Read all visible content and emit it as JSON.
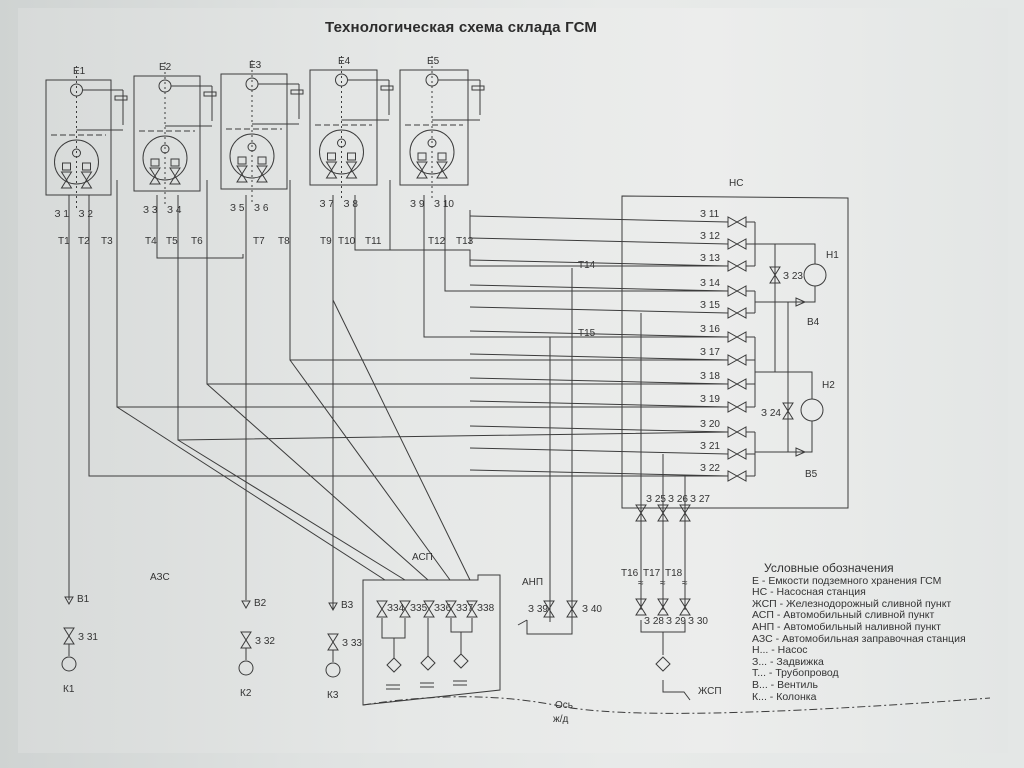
{
  "title": "Технологическая схема склада ГСМ",
  "tanks": [
    {
      "label": "Е1",
      "valves": [
        "З 1",
        "З 2"
      ]
    },
    {
      "label": "Е2",
      "valves": [
        "З 3",
        "З 4"
      ]
    },
    {
      "label": "Е3",
      "valves": [
        "З 5",
        "З 6"
      ]
    },
    {
      "label": "Е4",
      "valves": [
        "З 7",
        "З 8"
      ]
    },
    {
      "label": "Е5",
      "valves": [
        "З 9",
        "З 10"
      ]
    }
  ],
  "pipelines": [
    "Т1",
    "Т2",
    "Т3",
    "Т4",
    "Т5",
    "Т6",
    "Т7",
    "Т8",
    "Т9",
    "Т10",
    "Т11",
    "Т12",
    "Т13",
    "Т14",
    "Т15",
    "Т16",
    "Т17",
    "Т18"
  ],
  "pump_station": {
    "label": "НС",
    "valves": [
      "З 11",
      "З 12",
      "З 13",
      "З 14",
      "З 15",
      "З 16",
      "З 17",
      "З 18",
      "З 19",
      "З 20",
      "З 21",
      "З 22"
    ],
    "bypass_valves": [
      "З 23",
      "З 24"
    ],
    "pumps": [
      "Н1",
      "Н2"
    ],
    "check_valves": [
      "В4",
      "В5"
    ],
    "outlet_valves": [
      "З 25",
      "З 26",
      "З 27"
    ]
  },
  "azs": {
    "label": "АЗС",
    "check_valves": [
      "В1",
      "В2",
      "В3"
    ],
    "valves": [
      "З 31",
      "З 32",
      "З 33"
    ],
    "dispensers": [
      "К1",
      "К2",
      "К3"
    ]
  },
  "asp": {
    "label": "АСП",
    "valves": [
      "З34",
      "З35",
      "З36",
      "З37",
      "З38"
    ]
  },
  "anp": {
    "label": "АНП",
    "valves": [
      "З 39",
      "З 40"
    ]
  },
  "zhsp": {
    "label": "ЖСП",
    "valves": [
      "З 28",
      "З 29",
      "З 30"
    ]
  },
  "rail_axis": {
    "line1": "Ось",
    "line2": "ж/д"
  },
  "legend": {
    "heading": "Условные обозначения",
    "items": [
      {
        "key": "Е",
        "sep": " - ",
        "text": "Емкости подземного хранения ГСМ"
      },
      {
        "key": "НС",
        "sep": " - ",
        "text": "Насосная станция"
      },
      {
        "key": "ЖСП",
        "sep": " - ",
        "text": "Железнодорожный сливной пункт"
      },
      {
        "key": "АСП",
        "sep": " - ",
        "text": "Автомобильный сливной пункт"
      },
      {
        "key": "АНП",
        "sep": " - ",
        "text": "Автомобильный наливной пункт"
      },
      {
        "key": "АЗС",
        "sep": " - ",
        "text": "Автомобильная заправочная станция"
      },
      {
        "key": "Н...",
        "sep": " - ",
        "text": "Насос"
      },
      {
        "key": "З...",
        "sep": " - ",
        "text": "Задвижка"
      },
      {
        "key": "Т...",
        "sep": " - ",
        "text": "Трубопровод"
      },
      {
        "key": "В...",
        "sep": " - ",
        "text": "Вентиль"
      },
      {
        "key": "К...",
        "sep": " - ",
        "text": "Колонка"
      }
    ]
  }
}
